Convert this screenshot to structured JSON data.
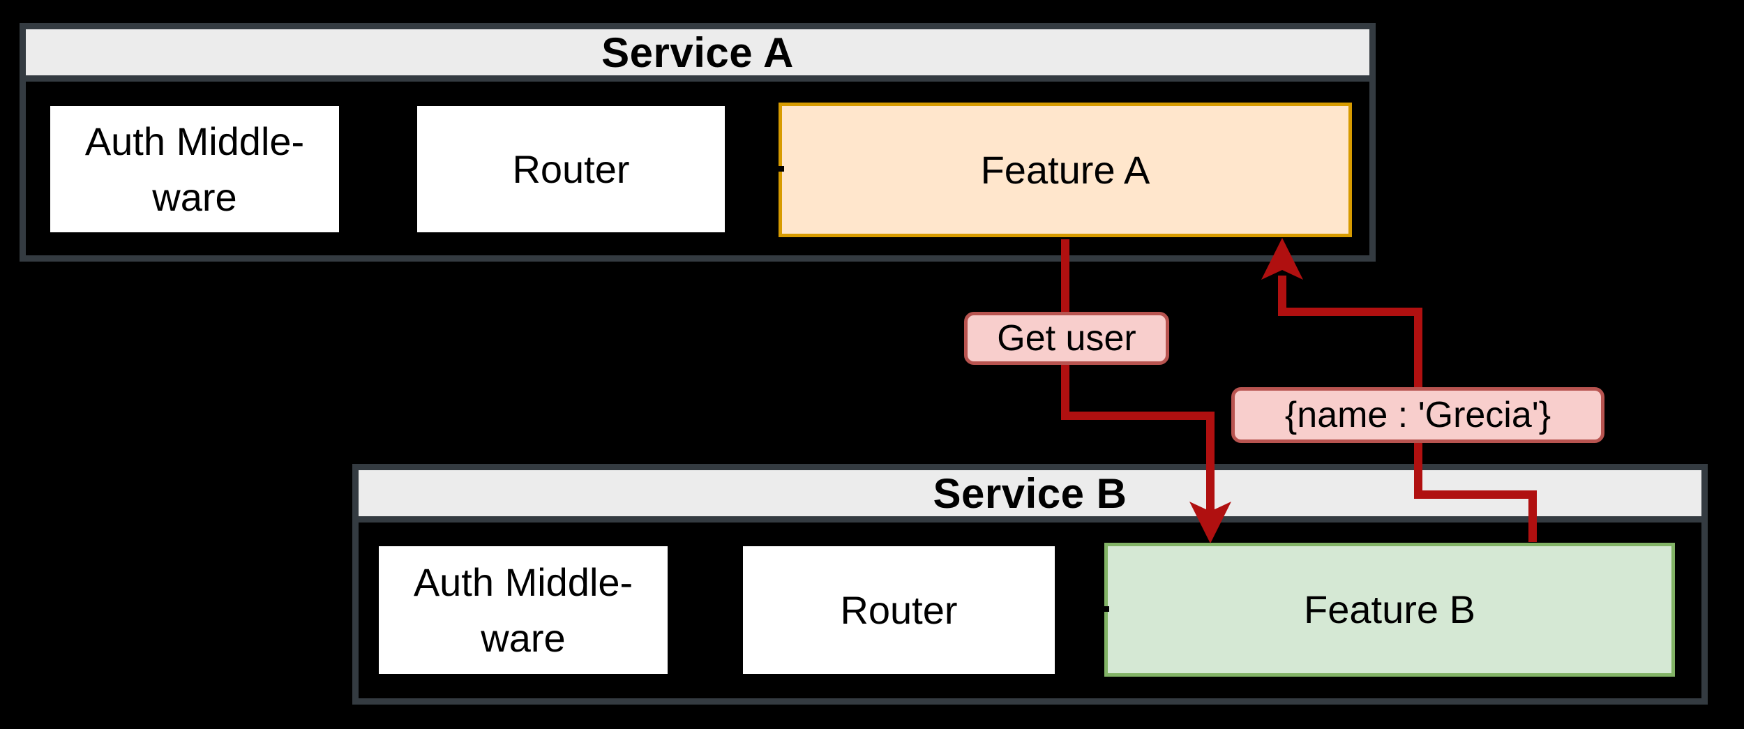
{
  "diagram": {
    "services": [
      {
        "title": "Service A",
        "boxes": [
          {
            "label": "Auth Middle-\nware"
          },
          {
            "label": "Router"
          },
          {
            "label": "Feature A"
          }
        ]
      },
      {
        "title": "Service B",
        "boxes": [
          {
            "label": "Auth Middle-\nware"
          },
          {
            "label": "Router"
          },
          {
            "label": "Feature B"
          }
        ]
      }
    ],
    "arrows": [
      {
        "label": "Get user"
      },
      {
        "label": "{name : 'Grecia'}"
      }
    ],
    "colors": {
      "background": "#000000",
      "container_border": "#343b41",
      "title_bar_fill": "#ececec",
      "plain_box_fill": "#ffffff",
      "feature_a_fill": "#ffe6cc",
      "feature_a_border": "#d79b00",
      "feature_b_fill": "#d5e8d4",
      "feature_b_border": "#82b366",
      "arrow": "#b01010",
      "message_fill": "#f8cecc",
      "message_border": "#b85450"
    }
  }
}
